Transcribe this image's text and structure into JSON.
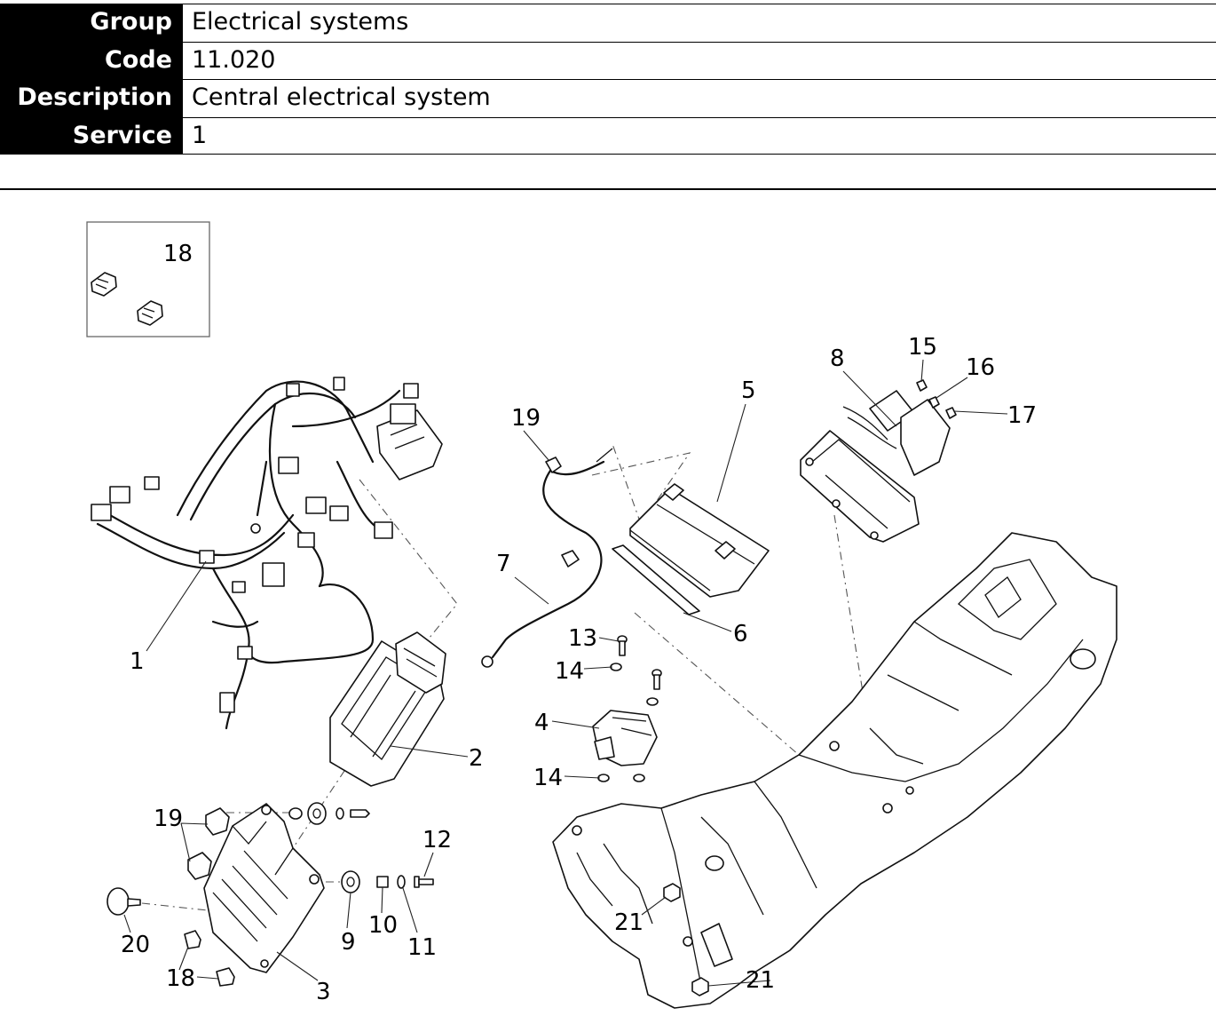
{
  "info": {
    "rows": [
      {
        "key": "Group",
        "value": "Electrical systems"
      },
      {
        "key": "Code",
        "value": "11.020"
      },
      {
        "key": "Description",
        "value": "Central electrical system"
      },
      {
        "key": "Service",
        "value": "1"
      }
    ]
  },
  "callouts": {
    "c1": "1",
    "c2": "2",
    "c3": "3",
    "c4": "4",
    "c5": "5",
    "c6": "6",
    "c7": "7",
    "c8": "8",
    "c9": "9",
    "c10": "10",
    "c11": "11",
    "c12": "12",
    "c13": "13",
    "c14a": "14",
    "c14b": "14",
    "c15": "15",
    "c16": "16",
    "c17": "17",
    "c18a": "18",
    "c18b": "18",
    "c19a": "19",
    "c19b": "19",
    "c20": "20",
    "c21a": "21",
    "c21b": "21"
  }
}
